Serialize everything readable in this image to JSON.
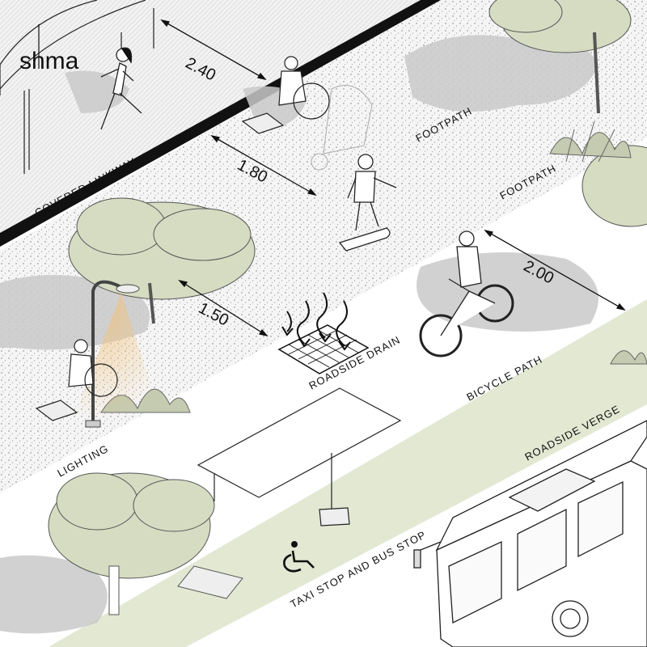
{
  "brand": {
    "logo_text": "shma"
  },
  "zones": {
    "covered_linkway": "COVERED LINKWAY",
    "footpath_upper": "FOOTPATH",
    "footpath_lower": "FOOTPATH",
    "lighting": "LIGHTING",
    "roadside_drain": "ROADSIDE DRAIN",
    "bicycle_path": "BICYCLE PATH",
    "roadside_verge": "ROADSIDE VERGE",
    "taxi_bus_stop": "TAXI STOP AND BUS STOP"
  },
  "dimensions": {
    "linkway_width": "2.40",
    "footpath_width": "1.80",
    "drain_offset": "1.50",
    "bicycle_path_width": "2.00"
  },
  "colors": {
    "foliage": "#d6dcc2",
    "verge": "#e3e8d3",
    "shadow": "#c9c9c9",
    "gravel": "#f4f4f4",
    "lamp_glow": "#f1c27d",
    "ink": "#111111"
  },
  "icons": [
    "wheelchair-icon",
    "drain-arrow-icon",
    "street-lamp-icon"
  ]
}
